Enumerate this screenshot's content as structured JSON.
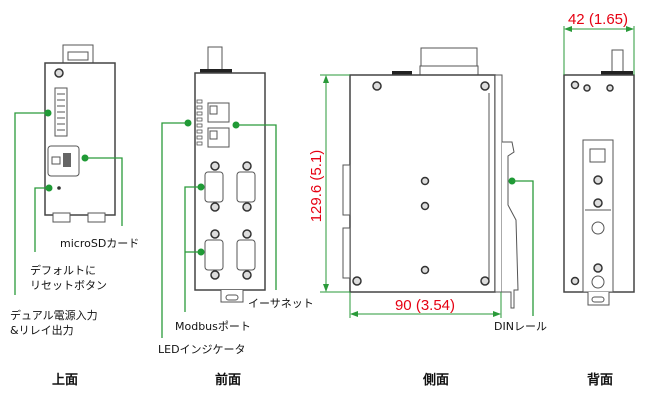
{
  "callouts": {
    "power_relay_line1": "デュアル電源入力",
    "power_relay_line2": "&リレイ出力",
    "reset_line1": "デフォルトに",
    "reset_line2": "リセットボタン",
    "microsd": "microSDカード",
    "led": "LEDインジケータ",
    "modbus": "Modbusポート",
    "ethernet": "イーサネット",
    "din_rail": "DINレール"
  },
  "dimensions": {
    "height": "129.6 (5.1)",
    "depth": "90 (3.54)",
    "width": "42 (1.65)"
  },
  "views": {
    "top": "上面",
    "front": "前面",
    "side": "側面",
    "back": "背面"
  },
  "colors": {
    "dimension": "#e60012",
    "callout": "#1e9a35"
  }
}
